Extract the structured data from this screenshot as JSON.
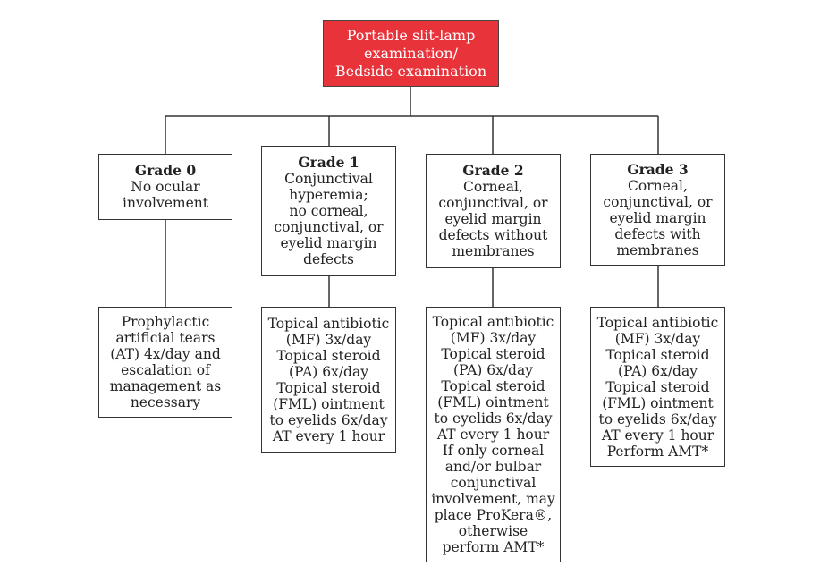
{
  "root": {
    "lines": [
      "Portable slit-lamp",
      "examination/",
      "Bedside examination"
    ],
    "color": "#e8333a"
  },
  "grades": [
    {
      "title": "Grade 0",
      "lines": [
        "No ocular",
        "involvement"
      ],
      "treatment": [
        "Prophylactic",
        "artificial tears",
        "(AT) 4x/day and",
        "escalation of",
        "management as",
        "necessary"
      ]
    },
    {
      "title": "Grade 1",
      "lines": [
        "Conjunctival",
        "hyperemia;",
        "no corneal,",
        "conjunctival, or",
        "eyelid margin",
        "defects"
      ],
      "treatment": [
        "Topical antibiotic",
        "(MF) 3x/day",
        "Topical steroid",
        "(PA) 6x/day",
        "Topical steroid",
        "(FML) ointment",
        "to eyelids 6x/day",
        "AT every 1 hour"
      ]
    },
    {
      "title": "Grade 2",
      "lines": [
        "Corneal,",
        "conjunctival, or",
        "eyelid margin",
        "defects without",
        "membranes"
      ],
      "treatment": [
        "Topical antibiotic",
        "(MF) 3x/day",
        "Topical steroid",
        "(PA) 6x/day",
        "Topical steroid",
        "(FML) ointment",
        "to eyelids 6x/day",
        "AT every 1 hour",
        "If only corneal",
        "and/or bulbar",
        "conjunctival",
        "involvement, may",
        "place ProKera®,",
        "otherwise",
        "perform AMT*"
      ]
    },
    {
      "title": "Grade 3",
      "lines": [
        "Corneal,",
        "conjunctival, or",
        "eyelid margin",
        "defects with",
        "membranes"
      ],
      "treatment": [
        "Topical antibiotic",
        "(MF) 3x/day",
        "Topical steroid",
        "(PA) 6x/day",
        "Topical steroid",
        "(FML) ointment",
        "to eyelids 6x/day",
        "AT every 1 hour",
        "Perform AMT*"
      ]
    }
  ]
}
